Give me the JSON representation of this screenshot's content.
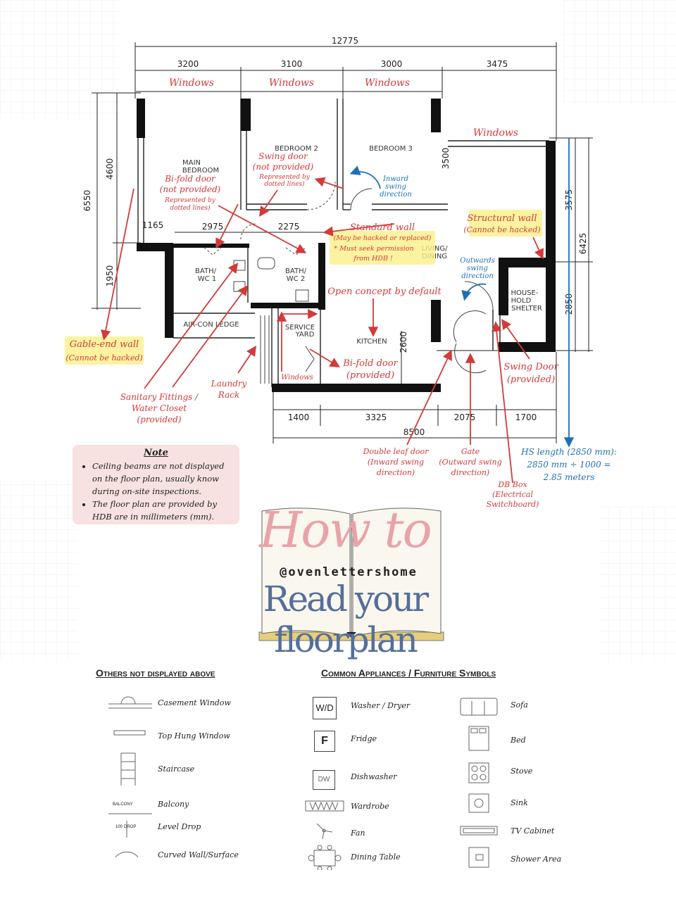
{
  "dims": {
    "total_width": "12775",
    "top": [
      "3200",
      "3100",
      "3000",
      "3475"
    ],
    "left_overall": "6550",
    "left_upper": "4600",
    "left_lower": "1950",
    "right_overall": "6425",
    "right_upper": "3575",
    "right_lower": "2850",
    "br3_side": "3500",
    "mid_1165": "1165",
    "mid_2975": "2975",
    "mid_2275": "2275",
    "kitchen_side": "2600",
    "bottom": [
      "1400",
      "3325",
      "2075",
      "1700"
    ],
    "bottom_total": "8500"
  },
  "rooms": {
    "master": "MAIN\nBEDROOM",
    "master_l1": "MAIN",
    "master_l2": "BEDROOM",
    "br2": "BEDROOM 2",
    "br3": "BEDROOM 3",
    "bath1_l1": "BATH/",
    "bath1_l2": "WC 1",
    "bath2_l1": "BATH/",
    "bath2_l2": "WC 2",
    "living_l1": "LIVING/",
    "living_l2": "DINING",
    "hs_l1": "HOUSE-",
    "hs_l2": "HOLD",
    "hs_l3": "SHELTER",
    "aircon": "AIR-CON LEDGE",
    "service_l1": "SERVICE",
    "service_l2": "YARD",
    "kitchen": "KITCHEN"
  },
  "annotations": {
    "windows": "Windows",
    "bifold_master_1": "Bi-fold door",
    "bifold_master_2": "(not provided)",
    "bifold_master_3": "Represented by",
    "bifold_master_4": "dotted lines)",
    "swing_br2_1": "Swing door",
    "swing_br2_2": "(not provided)",
    "swing_br2_3": "Represented by",
    "swing_br2_4": "dotted lines)",
    "inward_1": "Inward",
    "inward_2": "swing",
    "inward_3": "direction",
    "standard_1": "Standard wall",
    "standard_2": "(May be hacked or replaced)",
    "standard_3": "* Must seek permission",
    "standard_4": "from HDB !",
    "structural_1": "Structural wall",
    "structural_2": "(Cannot be hacked)",
    "outwards_1": "Outwards",
    "outwards_2": "swing",
    "outwards_3": "direction",
    "open_concept": "Open concept by default",
    "gable_1": "Gable-end wall",
    "gable_2": "(Cannot be hacked)",
    "sanitary_1": "Sanitary Fittings /",
    "sanitary_2": "Water Closet",
    "sanitary_3": "(provided)",
    "laundry_1": "Laundry",
    "laundry_2": "Rack",
    "windows_small": "Windows",
    "bifold_kit_1": "Bi-fold door",
    "bifold_kit_2": "(provided)",
    "swing_hs_1": "Swing Door",
    "swing_hs_2": "(provided)",
    "double_1": "Double leaf door",
    "double_2": "(Inward swing",
    "double_3": "direction)",
    "gate_1": "Gate",
    "gate_2": "(Outward swing",
    "gate_3": "direction)",
    "db_1": "DB Box",
    "db_2": "(Electrical",
    "db_3": "Switchboard)",
    "hs_len_1": "HS length (2850 mm):",
    "hs_len_2": "2850 mm ÷ 1000 =",
    "hs_len_3": "2.85 meters"
  },
  "note": {
    "title": "Note",
    "items": [
      "Ceiling beams are not displayed on the floor plan, usually know during on-site inspections.",
      "The floor plan are provided by HDB are in millimeters (mm)."
    ]
  },
  "title": {
    "how_to": "How to",
    "handle": "@ovenlettershome",
    "read": "Read your floorplan"
  },
  "legend": {
    "others_title": "Others not displayed above",
    "appliances_title": "Common Appliances / Furniture Symbols",
    "others": [
      "Casement Window",
      "Top Hung Window",
      "Staircase",
      "Balcony",
      "Level Drop",
      "Curved Wall/Surface"
    ],
    "appliances_a": [
      "Washer / Dryer",
      "Fridge",
      "Dishwasher",
      "Wardrobe",
      "Fan",
      "Dining Table"
    ],
    "appliances_b": [
      "Sofa",
      "Bed",
      "Stove",
      "Sink",
      "TV Cabinet",
      "Shower Area"
    ],
    "sym_wd": "W/D",
    "sym_f": "F",
    "sym_dw": "DW",
    "sym_balcony": "BALCONY",
    "sym_100": "100",
    "sym_drop": "DROP"
  },
  "colors": {
    "annotation": "#d33a3a",
    "blue": "#1f6fb5",
    "highlight": "#fbf08a",
    "note_bg": "#f7e1e1"
  }
}
